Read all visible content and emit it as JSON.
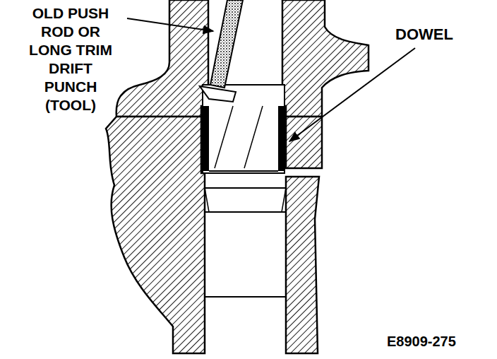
{
  "diagram": {
    "labels": [
      "OLD PUSH ROD OR LONG TRIM DRIFT PUNCH (TOOL)",
      "DOWEL",
      "E8909-275"
    ]
  }
}
